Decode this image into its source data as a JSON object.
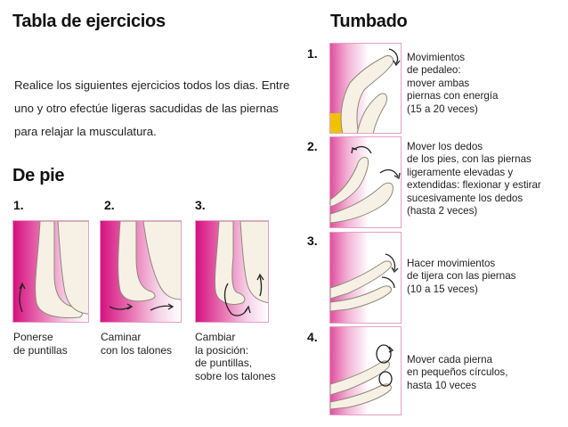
{
  "left": {
    "title": "Tabla de ejercicios",
    "intro": "Realice los siguientes ejercicios todos los dias. Entre uno y otro efectúe ligeras sacudidas de las piernas para relajar la musculatura.",
    "standing": {
      "heading": "De pie",
      "exercises": [
        {
          "number": "1.",
          "caption": [
            "Ponerse",
            "de puntillas"
          ]
        },
        {
          "number": "2.",
          "caption": [
            "Caminar",
            "con los talones"
          ]
        },
        {
          "number": "3.",
          "caption": [
            "Cambiar",
            "la posición:",
            "de puntillas,",
            "sobre los talones"
          ]
        }
      ]
    }
  },
  "right": {
    "heading": "Tumbado",
    "exercises": [
      {
        "number": "1.",
        "description": [
          "Movimientos",
          "de pedaleo:",
          "mover ambas",
          "piernas con energía",
          "(15 a 20 veces)"
        ]
      },
      {
        "number": "2.",
        "description": [
          "Mover los dedos",
          "de los pies, con las piernas",
          "ligeramente elevadas y",
          "extendidas: flexionar y estirar",
          "sucesivamente los dedos",
          "(hasta 2 veces)"
        ]
      },
      {
        "number": "3.",
        "description": [
          "Hacer movimientos",
          "de tijera con las piernas",
          "(10 a 15 veces)"
        ]
      },
      {
        "number": "4.",
        "description": [
          "Mover cada pierna",
          "en pequeños círculos,",
          "hasta 10 veces"
        ]
      }
    ]
  },
  "colors": {
    "magenta": "#d6117f",
    "leg": "#f6f1e4",
    "outline": "#8f8878",
    "cushion": "#f2c200"
  }
}
